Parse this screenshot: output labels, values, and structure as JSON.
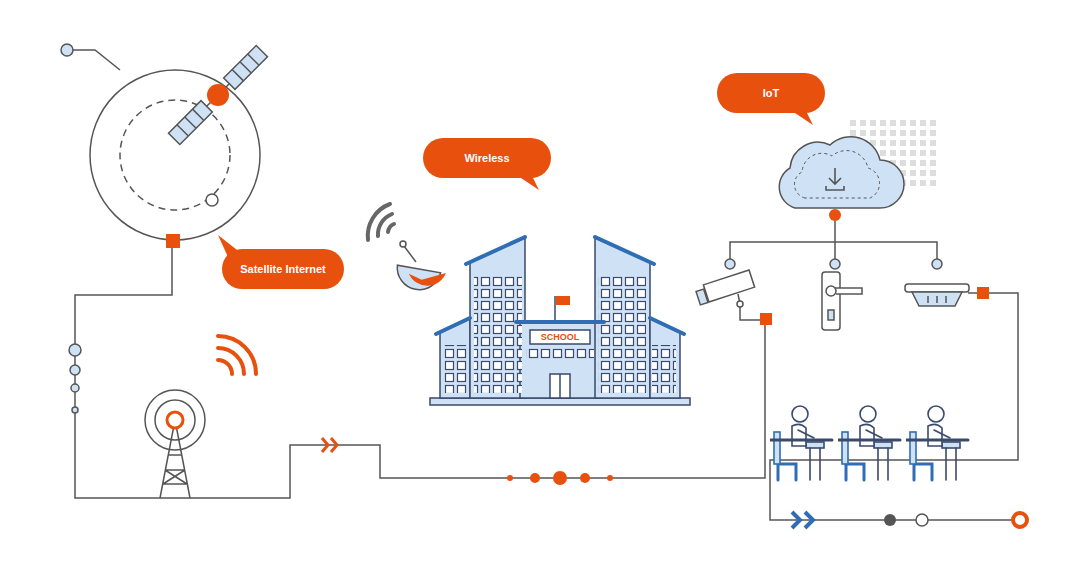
{
  "diagram": {
    "nodes": [
      {
        "text": [
          "Satellite Internet"
        ]
      },
      {
        "text": [
          "Wireless"
        ]
      },
      {
        "text": [
          "IoT"
        ]
      }
    ],
    "labels": [
      "SCHOOL"
    ]
  }
}
